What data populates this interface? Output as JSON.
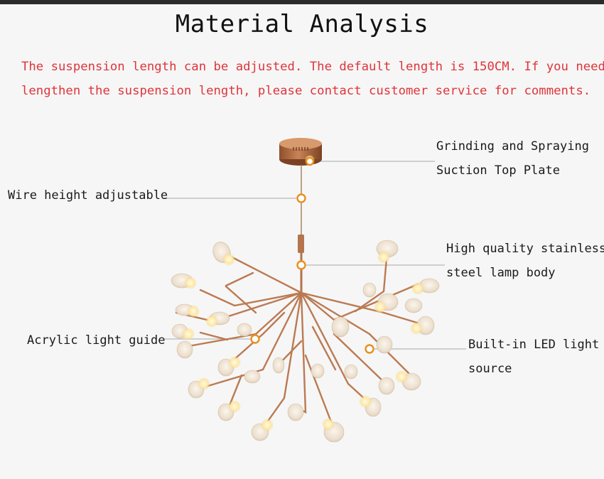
{
  "header": {
    "title": "Material Analysis",
    "note_line1": "The suspension length can be adjusted. The default length is 150CM. If you need to",
    "note_line2": "lengthen the suspension length, please contact customer service for comments."
  },
  "callouts": {
    "top_plate_line1": "Grinding and Spraying",
    "top_plate_line2": "Suction Top Plate",
    "wire": "Wire height adjustable",
    "lamp_body_line1": "High quality stainless",
    "lamp_body_line2": "steel lamp body",
    "light_guide": "Acrylic light guide",
    "led_line1": "Built-in LED light",
    "led_line2": "source"
  },
  "colors": {
    "note_text": "#e0343a",
    "marker": "#e8901e",
    "metal": "#b4744c",
    "leaf": "#efe4d6"
  }
}
